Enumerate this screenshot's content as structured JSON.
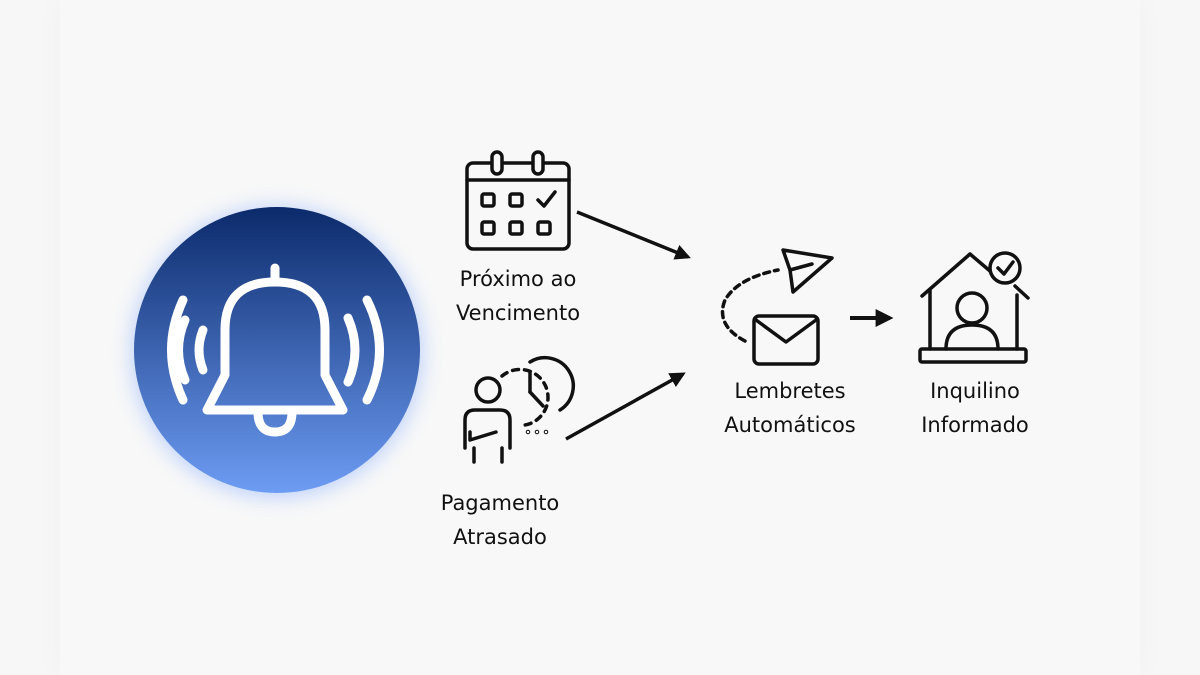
{
  "colors": {
    "circle_top": "#0b2a6b",
    "circle_bottom": "#6d9cf3",
    "ink": "#111111"
  },
  "nodes": [
    {
      "id": "due",
      "icon": "calendar-check-icon",
      "line1": "Próximo ao",
      "line2": "Vencimento"
    },
    {
      "id": "late",
      "icon": "person-clock-icon",
      "line1": "Pagamento",
      "line2": "Atrasado"
    },
    {
      "id": "reminders",
      "icon": "envelope-send-icon",
      "line1": "Lembretes",
      "line2": "Automáticos"
    },
    {
      "id": "tenant",
      "icon": "house-person-check-icon",
      "line1": "Inquilino",
      "line2": "Informado"
    }
  ],
  "hero": {
    "icon": "bell-ringing-icon"
  }
}
